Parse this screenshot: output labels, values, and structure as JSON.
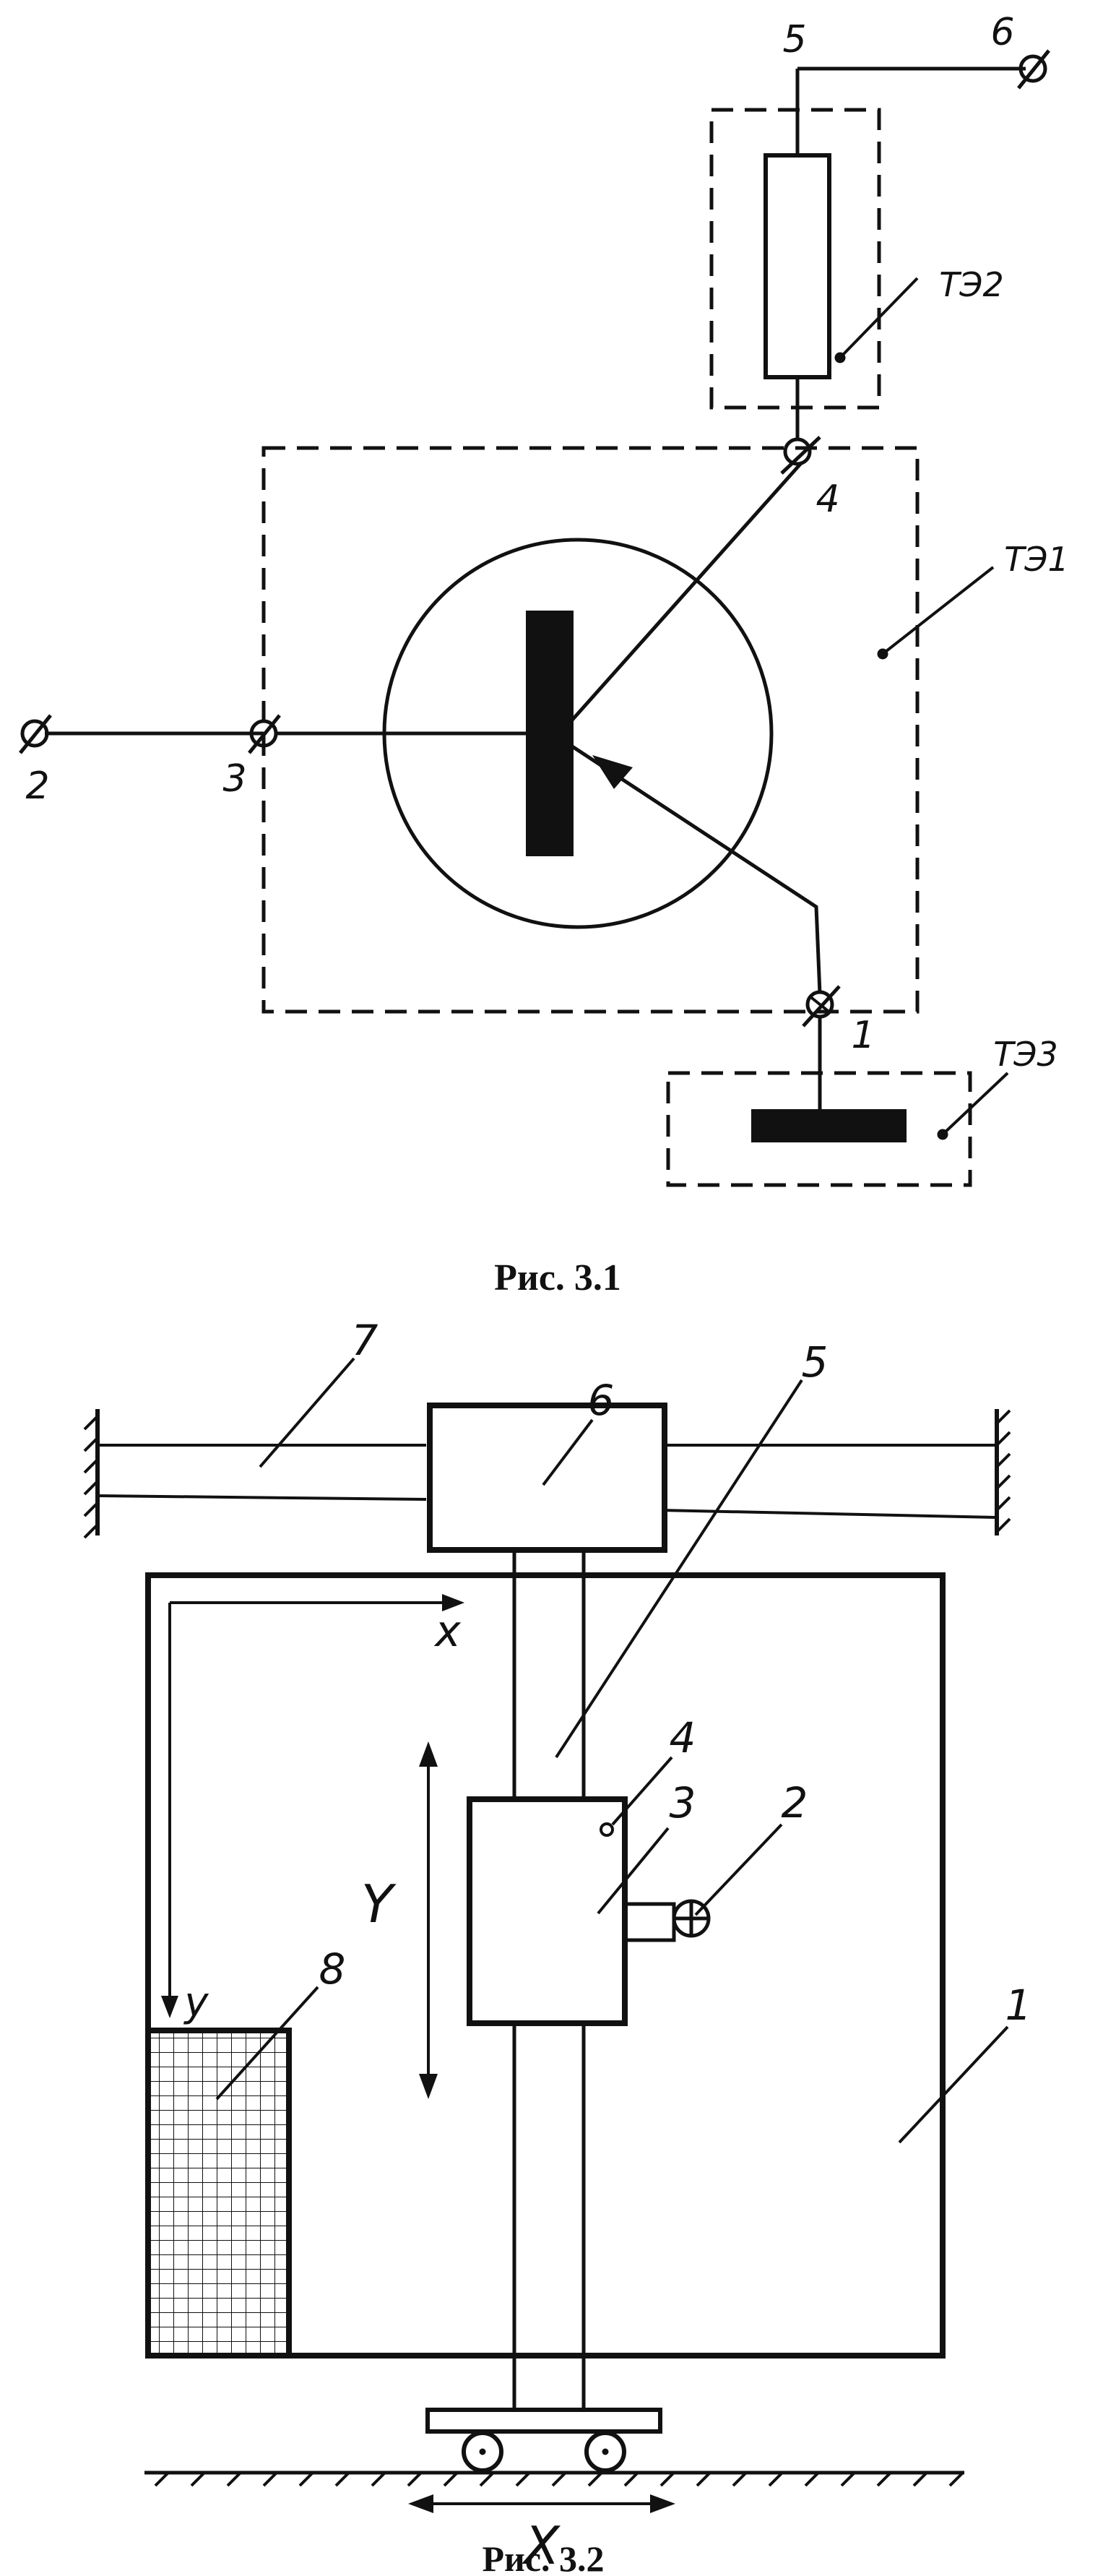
{
  "figure1": {
    "caption": "Рис. 3.1",
    "terminals": {
      "t1": "1",
      "t2": "2",
      "t3": "3",
      "t4": "4",
      "t5": "5",
      "t6": "6"
    },
    "elements": {
      "te1": "ТЭ1",
      "te2": "ТЭ2",
      "te3": "ТЭ3"
    }
  },
  "figure2": {
    "caption": "Рис. 3.2",
    "numbers": {
      "n1": "1",
      "n2": "2",
      "n3": "3",
      "n4": "4",
      "n5": "5",
      "n6": "6",
      "n7": "7",
      "n8": "8"
    },
    "axes": {
      "small_x": "x",
      "small_y": "y",
      "big_x": "X",
      "big_y": "Y"
    }
  },
  "colors": {
    "ink": "#111111",
    "background": "#ffffff"
  }
}
